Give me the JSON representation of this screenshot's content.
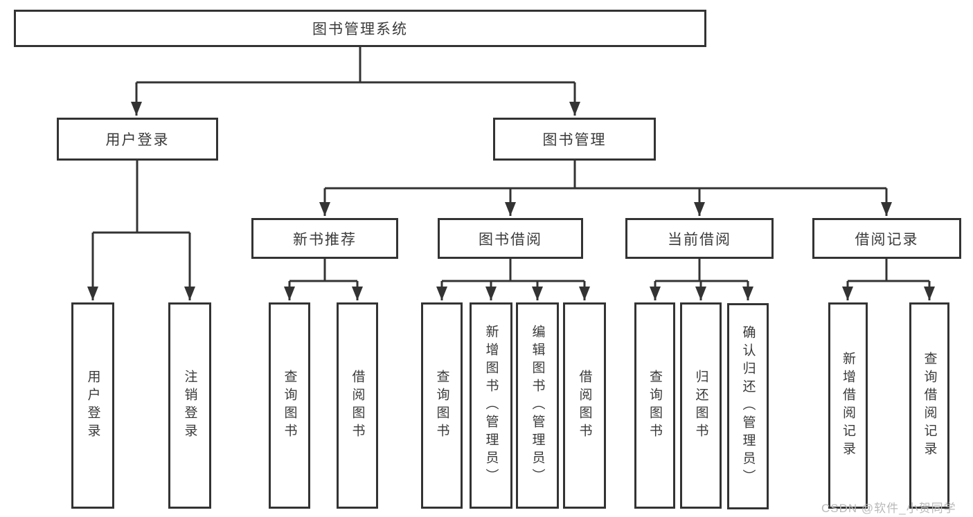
{
  "tree": {
    "root": {
      "label": "图书管理系统"
    },
    "branches": [
      {
        "label": "用户登录",
        "children": [
          {
            "label": "用户登录"
          },
          {
            "label": "注销登录"
          }
        ]
      },
      {
        "label": "图书管理",
        "children": [
          {
            "label": "新书推荐",
            "children": [
              {
                "label": "查询图书"
              },
              {
                "label": "借阅图书"
              }
            ]
          },
          {
            "label": "图书借阅",
            "children": [
              {
                "label": "查询图书"
              },
              {
                "label": "新增图书（管理员）"
              },
              {
                "label": "编辑图书（管理员）"
              },
              {
                "label": "借阅图书"
              }
            ]
          },
          {
            "label": "当前借阅",
            "children": [
              {
                "label": "查询图书"
              },
              {
                "label": "归还图书"
              },
              {
                "label": "确认归还（管理员）"
              }
            ]
          },
          {
            "label": "借阅记录",
            "children": [
              {
                "label": "新增借阅记录"
              },
              {
                "label": "查询借阅记录"
              }
            ]
          }
        ]
      }
    ]
  },
  "watermark": {
    "text": "CSDN @软件_小贺同学"
  },
  "colors": {
    "line": "#333333",
    "text": "#3a3a3a",
    "watermark": "#b9b9b9",
    "background": "#ffffff"
  }
}
